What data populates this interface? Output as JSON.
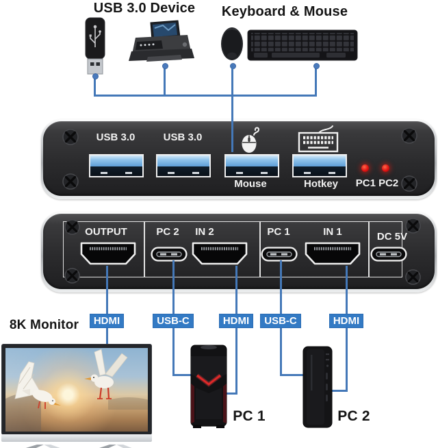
{
  "top": {
    "usb_device_label": "USB 3.0 Device",
    "keyboard_mouse_label": "Keyboard & Mouse"
  },
  "front": {
    "usb1": "USB 3.0",
    "usb2": "USB 3.0",
    "mouse": "Mouse",
    "hotkey": "Hotkey",
    "leds": "PC1 PC2"
  },
  "back": {
    "output": "OUTPUT",
    "pc2": "PC 2",
    "in2": "IN 2",
    "pc1": "PC 1",
    "in1": "IN 1",
    "power": "DC 5V"
  },
  "cables": {
    "labels": [
      "HDMI",
      "USB-C",
      "HDMI",
      "USB-C",
      "HDMI"
    ]
  },
  "bottom": {
    "monitor": "8K Monitor",
    "pc1": "PC 1",
    "pc2": "PC 2"
  },
  "icons": {
    "top": [
      "usb-flash-drive-icon",
      "printer-icon",
      "mouse-device-icon",
      "keyboard-device-icon"
    ],
    "front_panel": [
      "usb3-port-icon",
      "mouse-port-icon",
      "keyboard-hotkey-icon",
      "led-indicator",
      "screw-icon"
    ],
    "back_panel": [
      "hdmi-port-icon",
      "usbc-port-icon",
      "screw-icon"
    ],
    "bottom": [
      "monitor-seagulls-image",
      "gaming-tower-icon",
      "slim-tower-icon"
    ]
  },
  "colors": {
    "cable_blue": "#4478b8",
    "cable_label_blue": "#337ac4",
    "led_red": "#e01212",
    "panel_body": "#2b2b2e",
    "usb_port_blue": "#7db9e8"
  }
}
